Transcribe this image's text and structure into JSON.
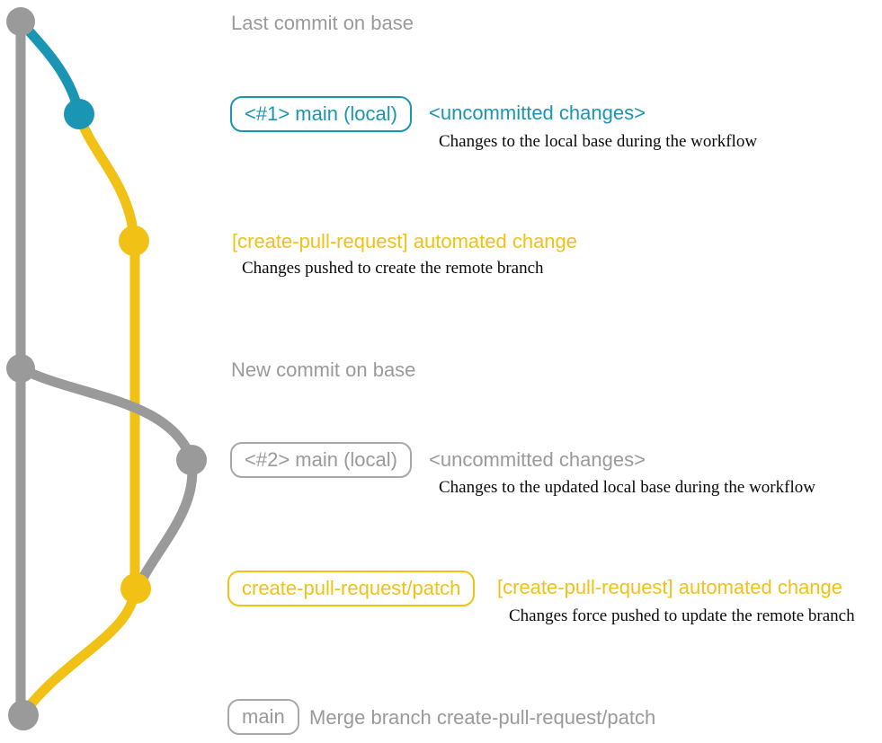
{
  "colors": {
    "gray": "#9a9a9a",
    "teal": "#1b95b4",
    "yellow": "#f2c115",
    "description_text": "#0a0a0a",
    "background": "#ffffff"
  },
  "rows": {
    "last_commit": {
      "title": "Last commit on base"
    },
    "main_local_1": {
      "badge": "<#1> main (local)",
      "note": "<uncommitted changes>",
      "desc": "Changes to the local base during the workflow"
    },
    "automated_change_1": {
      "title": "[create-pull-request] automated change",
      "desc": "Changes pushed to create the remote branch"
    },
    "new_commit": {
      "title": "New commit on base"
    },
    "main_local_2": {
      "badge": "<#2> main (local)",
      "note": "<uncommitted changes>",
      "desc": "Changes to the updated local base during the workflow"
    },
    "patch_branch": {
      "badge": "create-pull-request/patch",
      "note": "[create-pull-request] automated change",
      "desc": "Changes force pushed to update the remote branch"
    },
    "merge_commit": {
      "badge": "main",
      "note": "Merge branch create-pull-request/patch"
    }
  },
  "graph": {
    "commits": [
      {
        "id": "last-commit-on-base",
        "color": "gray"
      },
      {
        "id": "main-local-1",
        "color": "teal"
      },
      {
        "id": "automated-change-1",
        "color": "yellow"
      },
      {
        "id": "new-commit-on-base",
        "color": "gray"
      },
      {
        "id": "main-local-2",
        "color": "gray"
      },
      {
        "id": "automated-change-2",
        "color": "yellow"
      },
      {
        "id": "merge-commit",
        "color": "gray"
      }
    ]
  }
}
